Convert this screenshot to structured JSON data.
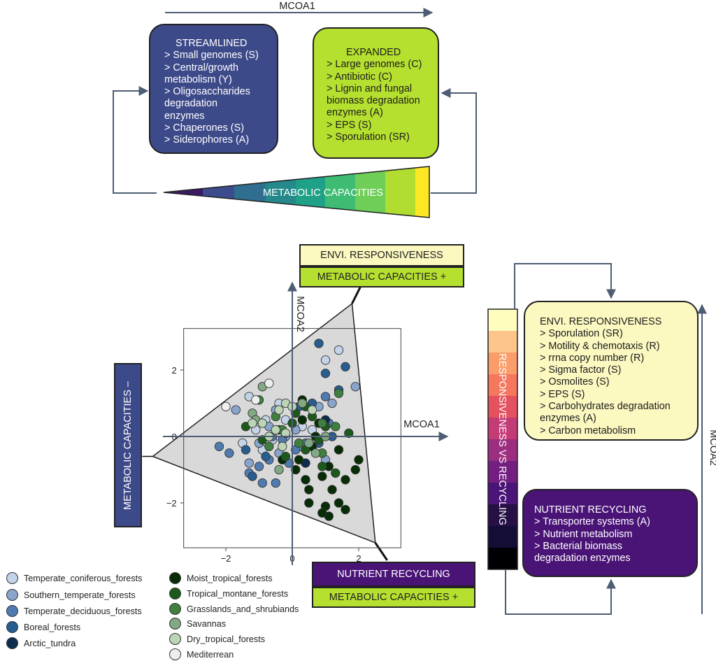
{
  "top": {
    "mcoa1_label": "MCOA1",
    "streamlined": {
      "title": "STREAMLINED",
      "lines": [
        "> Small genomes (S)",
        "> Central/growth",
        "metabolism (Y)",
        "> Oligosaccharides",
        "degradation",
        "enzymes",
        "> Chaperones (S)",
        "> Siderophores (A)"
      ]
    },
    "expanded": {
      "title": "EXPANDED",
      "lines": [
        "> Large genomes (C)",
        "> Antibiotic (C)",
        "> Lignin and fungal",
        "biomass degradation",
        "enzymes (A)",
        "> EPS (S)",
        "> Sporulation (SR)"
      ]
    },
    "wedge_label": "METABOLIC CAPACITIES",
    "wedge_colors": [
      "#3b1a63",
      "#3b4b8c",
      "#2f6e8e",
      "#25898c",
      "#1fa187",
      "#3ebc73",
      "#6fce58",
      "#b0dd2f",
      "#fde725"
    ]
  },
  "middle": {
    "envi_tag": "ENVI. RESPONSIVENESS",
    "meta_plus_top": "METABOLIC CAPACITIES +",
    "meta_minus": "METABOLIC CAPACITIES –",
    "nutri_tag": "NUTRIENT RECYCLING",
    "meta_plus_bottom": "METABOLIC CAPACITIES +"
  },
  "right": {
    "bar_label": "RESPONSIVENESS VS RECYCLING",
    "bar_colors": [
      "#fcfdbf",
      "#fdc589",
      "#fb9d6b",
      "#f4775e",
      "#e4515f",
      "#c43c75",
      "#9c2e7f",
      "#721f81",
      "#4b1478",
      "#261045",
      "#140e36",
      "#000004"
    ],
    "mcoa2_label": "MCOA2",
    "envi": {
      "title": "ENVI. RESPONSIVENESS",
      "lines": [
        "> Sporulation (SR)",
        "> Motility & chemotaxis (R)",
        "> rrna copy number (R)",
        "> Sigma factor (S)",
        "> Osmolites (S)",
        "> EPS (S)",
        "> Carbohydrates degradation",
        "enzymes (A)",
        "> Carbon metabolism"
      ]
    },
    "nutri": {
      "title": "NUTRIENT RECYCLING",
      "lines": [
        "> Transporter systems (A)",
        "> Nutrient metabolism",
        "> Bacterial biomass",
        "degradation enzymes"
      ]
    }
  },
  "chart_data": {
    "type": "scatter",
    "xlabel": "MCOA1",
    "ylabel": "MCOA2",
    "xticks": [
      -2,
      0,
      2
    ],
    "yticks": [
      -2,
      0,
      2
    ],
    "xlim": [
      -3.3,
      3.3
    ],
    "ylim": [
      -3.3,
      3.3
    ],
    "frame": [
      -3.27,
      3.27,
      -3.35,
      3.25
    ],
    "triangle": [
      [
        -4.2,
        -0.6
      ],
      [
        1.8,
        4.0
      ],
      [
        2.5,
        -3.2
      ]
    ],
    "series": [
      {
        "name": "Temperate_coniferous_forests",
        "color": "#c3d3e8",
        "points": [
          [
            1.4,
            2.6
          ],
          [
            -1.3,
            1.2
          ],
          [
            -0.8,
            0.5
          ],
          [
            -1.1,
            0.2
          ],
          [
            -0.4,
            1.0
          ],
          [
            -1.5,
            -0.2
          ],
          [
            -0.6,
            -0.1
          ],
          [
            0.3,
            0.3
          ],
          [
            -0.9,
            -0.4
          ],
          [
            1.0,
            2.3
          ],
          [
            -0.2,
            0.5
          ],
          [
            0.6,
            0.2
          ]
        ]
      },
      {
        "name": "Southern_temperate_forests",
        "color": "#8aa5cc",
        "points": [
          [
            -1.7,
            0.8
          ],
          [
            -0.5,
            0.8
          ],
          [
            -0.4,
            -0.5
          ],
          [
            1.2,
            1.0
          ],
          [
            -1.0,
            -0.2
          ],
          [
            0.2,
            -0.3
          ],
          [
            0.8,
            0.9
          ],
          [
            -0.7,
            0.3
          ],
          [
            1.0,
            -0.7
          ],
          [
            0.1,
            0.2
          ],
          [
            -1.3,
            -0.8
          ],
          [
            -0.2,
            0.0
          ],
          [
            1.9,
            1.5
          ]
        ]
      },
      {
        "name": "Temperate_deciduous_forests",
        "color": "#4f7bb0",
        "points": [
          [
            -0.7,
            -0.7
          ],
          [
            -2.2,
            -0.3
          ],
          [
            -1.3,
            -1.1
          ],
          [
            -0.1,
            -0.8
          ],
          [
            -0.5,
            -1.4
          ],
          [
            0.4,
            -0.2
          ],
          [
            -1.0,
            -0.9
          ],
          [
            -1.9,
            -0.5
          ],
          [
            -0.9,
            -1.4
          ],
          [
            1.0,
            1.2
          ],
          [
            -0.6,
            0.0
          ],
          [
            0.1,
            -0.4
          ],
          [
            -0.3,
            -0.1
          ],
          [
            0.6,
            -0.3
          ],
          [
            1.1,
            0.4
          ]
        ]
      },
      {
        "name": "Boreal_forests",
        "color": "#285d8f",
        "points": [
          [
            0.8,
            2.8
          ],
          [
            1.0,
            1.9
          ],
          [
            1.6,
            2.1
          ],
          [
            0.6,
            1.0
          ],
          [
            1.4,
            1.4
          ],
          [
            0.2,
            0.9
          ],
          [
            -1.2,
            -1.2
          ],
          [
            -1.4,
            -0.4
          ],
          [
            1.2,
            0.0
          ],
          [
            0.8,
            -0.2
          ],
          [
            -0.8,
            -0.6
          ]
        ]
      },
      {
        "name": "Arctic_tundra",
        "color": "#0c2d4e",
        "points": [
          [
            0.4,
            -0.8
          ],
          [
            1.0,
            0.5
          ]
        ]
      },
      {
        "name": "Moist_tropical_forests",
        "color": "#062d06",
        "points": [
          [
            0.3,
            0.5
          ],
          [
            0.8,
            0.4
          ],
          [
            1.4,
            -0.4
          ],
          [
            1.6,
            -1.3
          ],
          [
            0.9,
            -1.2
          ],
          [
            0.5,
            -1.6
          ],
          [
            1.2,
            -1.6
          ],
          [
            1.9,
            -1.0
          ],
          [
            0.6,
            -0.3
          ],
          [
            1.0,
            -2.1
          ],
          [
            1.4,
            -2.0
          ],
          [
            0.2,
            -0.7
          ],
          [
            0.7,
            0.0
          ],
          [
            1.1,
            -0.9
          ],
          [
            0.3,
            1.1
          ],
          [
            0.1,
            -1.0
          ],
          [
            -0.3,
            -0.7
          ],
          [
            2.0,
            -0.7
          ],
          [
            1.1,
            -2.4
          ],
          [
            0.5,
            -2.0
          ],
          [
            0.4,
            -1.3
          ],
          [
            1.6,
            -2.2
          ],
          [
            0.9,
            -2.3
          ]
        ]
      },
      {
        "name": "Tropical_montane_forests",
        "color": "#1c5a1c",
        "points": [
          [
            0.4,
            0.9
          ],
          [
            1.0,
            0.3
          ],
          [
            0.9,
            -0.9
          ],
          [
            -0.2,
            -0.6
          ],
          [
            0.6,
            0.6
          ],
          [
            -0.4,
            0.2
          ],
          [
            0.4,
            -0.4
          ],
          [
            1.7,
            0.1
          ],
          [
            -1.4,
            0.3
          ],
          [
            0.0,
            0.4
          ],
          [
            0.8,
            -0.1
          ],
          [
            1.3,
            -1.1
          ],
          [
            -0.9,
            -0.1
          ],
          [
            0.1,
            0.7
          ]
        ]
      },
      {
        "name": "Grasslands_and_shrubiands",
        "color": "#3f7f3f",
        "points": [
          [
            -0.3,
            0.2
          ],
          [
            0.9,
            -0.5
          ],
          [
            -0.7,
            -0.3
          ],
          [
            1.4,
            1.3
          ],
          [
            0.2,
            -0.2
          ],
          [
            -0.5,
            0.6
          ],
          [
            1.3,
            0.3
          ],
          [
            -1.0,
            1.1
          ],
          [
            0.9,
            0.4
          ]
        ]
      },
      {
        "name": "Savannas",
        "color": "#82a884",
        "points": [
          [
            -0.9,
            1.5
          ],
          [
            0.5,
            -0.2
          ],
          [
            1.0,
            0.0
          ],
          [
            -1.2,
            0.7
          ],
          [
            0.3,
            1.0
          ],
          [
            -0.4,
            -1.0
          ],
          [
            -1.1,
            0.5
          ],
          [
            0.7,
            -0.5
          ]
        ]
      },
      {
        "name": "Dry_tropical_forests",
        "color": "#bcd5b6",
        "points": [
          [
            -1.2,
            0.4
          ],
          [
            -0.7,
            0.0
          ],
          [
            -0.2,
            1.0
          ],
          [
            -0.9,
            0.4
          ],
          [
            -0.5,
            0.2
          ],
          [
            -0.3,
            -0.3
          ],
          [
            0.6,
            0.8
          ],
          [
            0.0,
            0.9
          ],
          [
            -0.4,
            0.8
          ],
          [
            -0.2,
            0.1
          ]
        ]
      },
      {
        "name": "Mediterrean",
        "color": "#eeeeee",
        "points": [
          [
            -2.0,
            0.9
          ],
          [
            -0.7,
            1.6
          ],
          [
            -1.1,
            1.1
          ]
        ]
      }
    ]
  }
}
